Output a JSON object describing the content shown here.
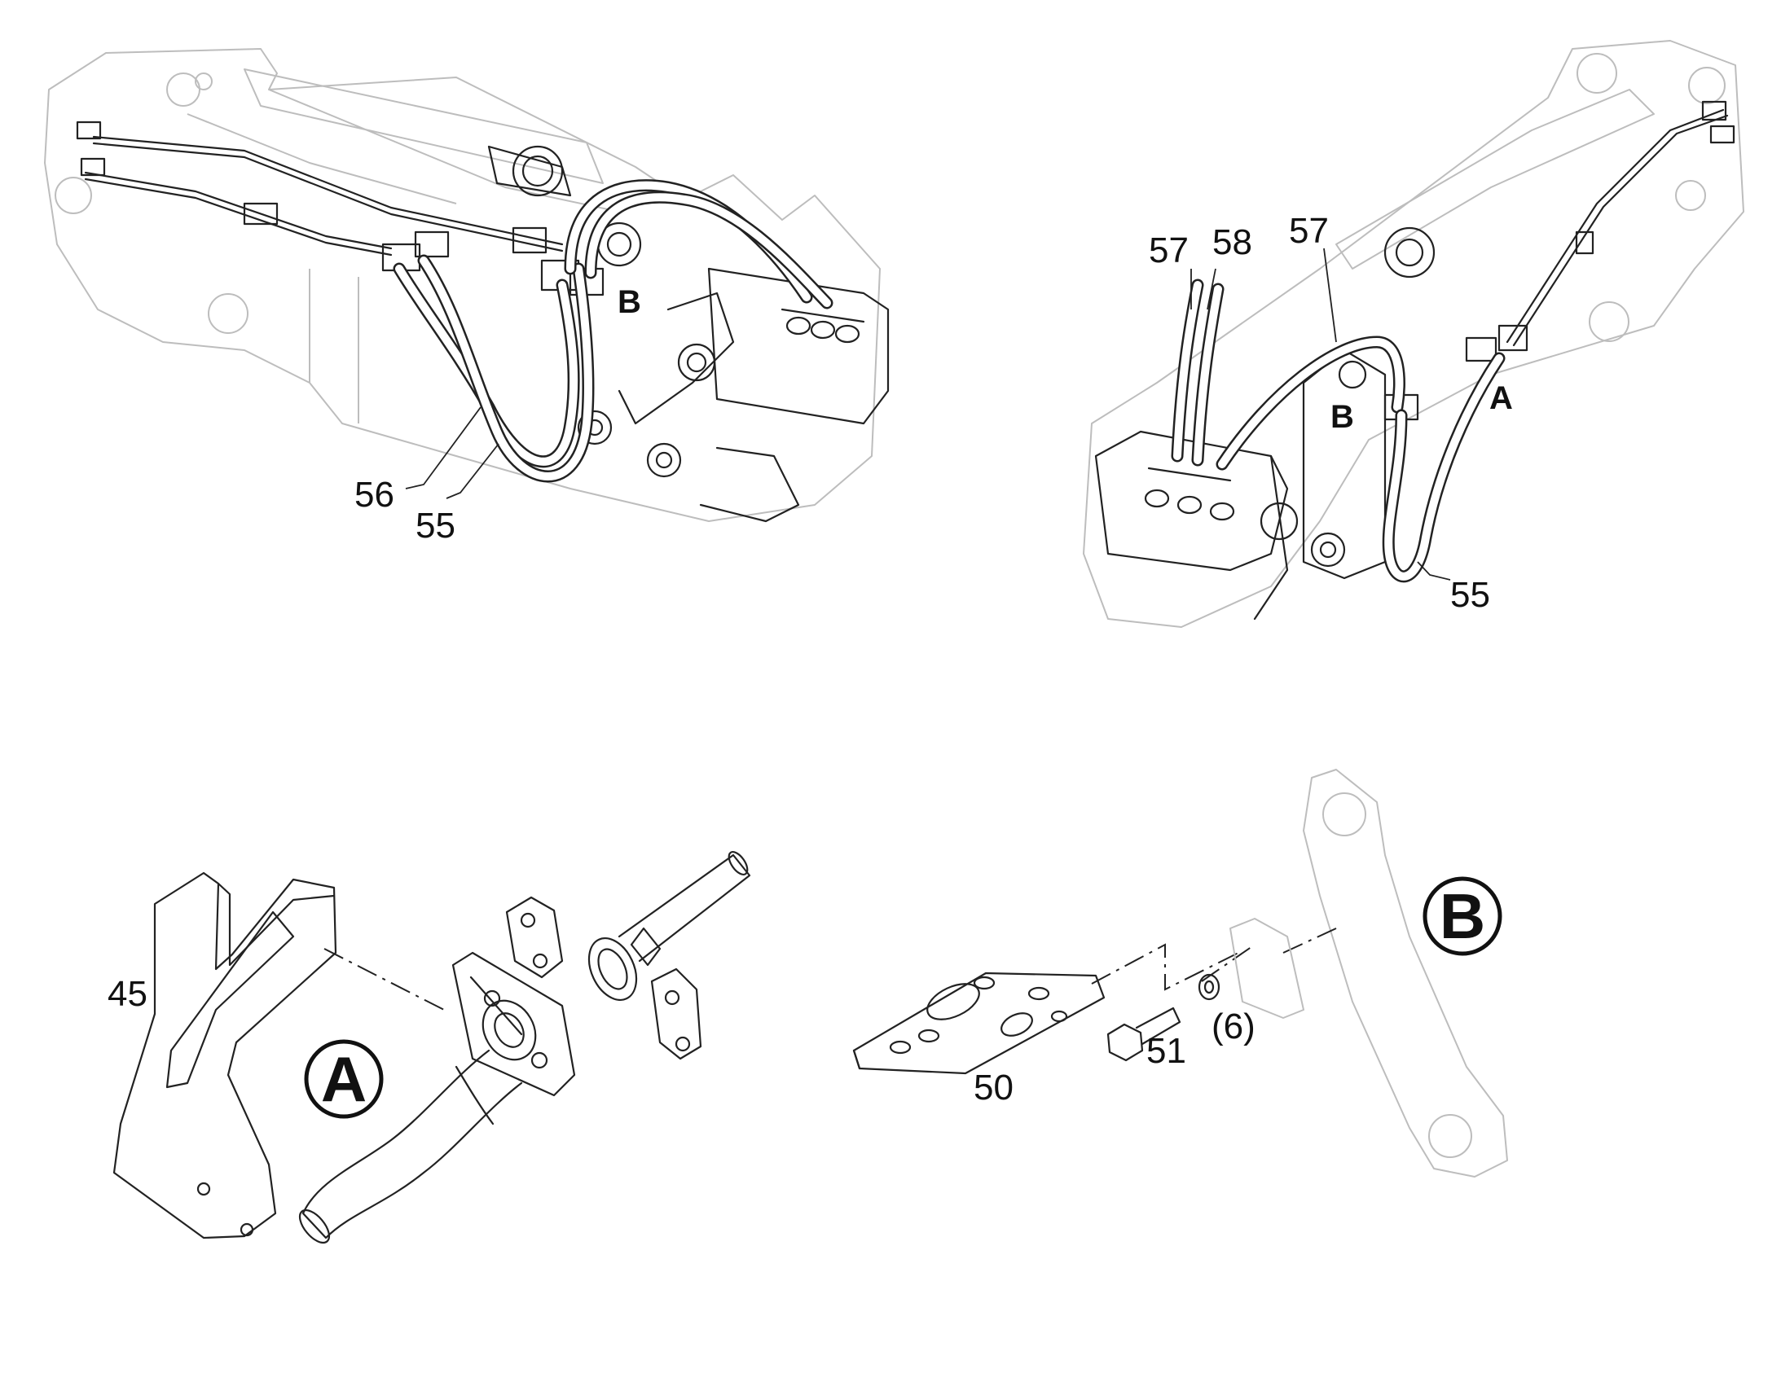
{
  "view_upper_left": {
    "labels": {
      "part_56": "56",
      "part_55": "55",
      "detail_ref_b": "B"
    }
  },
  "view_upper_right": {
    "labels": {
      "part_57_left": "57",
      "part_58": "58",
      "part_57_right": "57",
      "part_55": "55",
      "detail_ref_a": "A",
      "detail_ref_b": "B"
    }
  },
  "detail_a": {
    "callout": "A",
    "labels": {
      "part_45": "45"
    }
  },
  "detail_b": {
    "callout": "B",
    "labels": {
      "part_50": "50",
      "part_51": "51",
      "part_6": "(6)"
    }
  }
}
